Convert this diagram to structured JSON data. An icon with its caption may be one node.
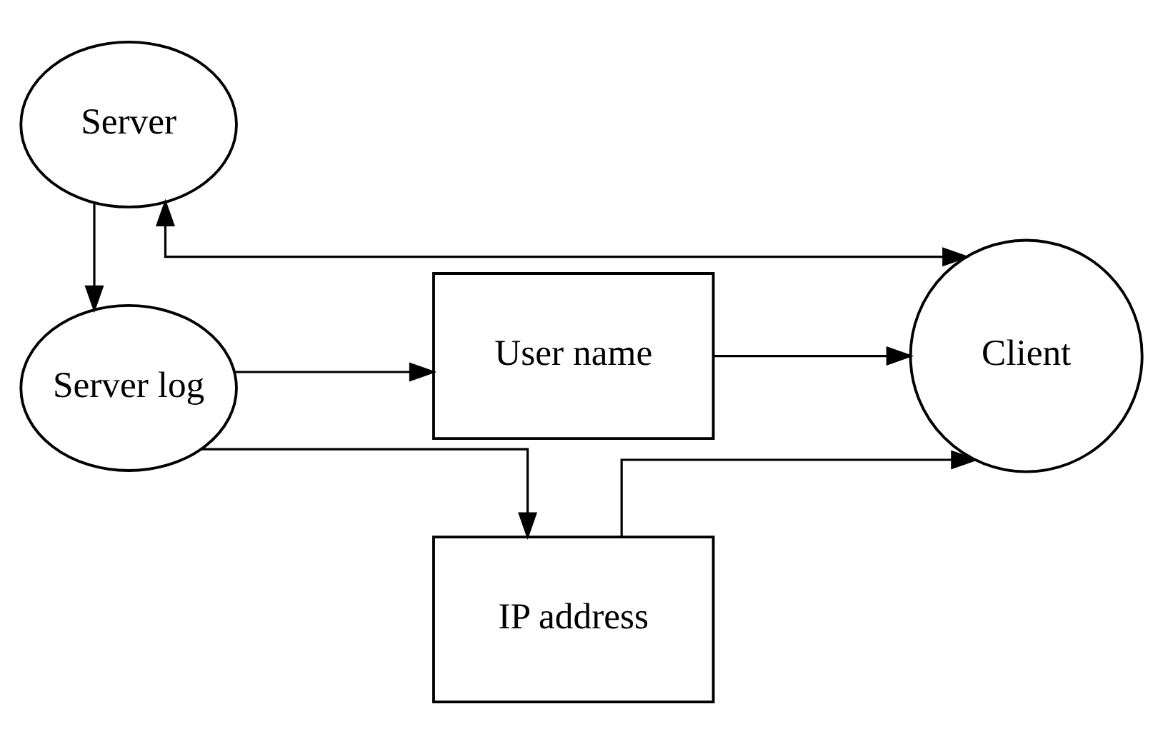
{
  "diagram": {
    "nodes": [
      {
        "text": [
          "Server"
        ]
      },
      {
        "text": [
          "Server log"
        ]
      },
      {
        "text": [
          "User name"
        ]
      },
      {
        "text": [
          "IP address"
        ]
      },
      {
        "text": [
          "Client"
        ]
      }
    ],
    "edges": [
      {
        "from": 0,
        "to": 1,
        "arrow": "to"
      },
      {
        "from": 0,
        "to": 4,
        "arrow": "both"
      },
      {
        "from": 1,
        "to": 2,
        "arrow": "to"
      },
      {
        "from": 1,
        "to": 3,
        "arrow": "to"
      },
      {
        "from": 2,
        "to": 4,
        "arrow": "to"
      },
      {
        "from": 3,
        "to": 4,
        "arrow": "to"
      }
    ]
  }
}
